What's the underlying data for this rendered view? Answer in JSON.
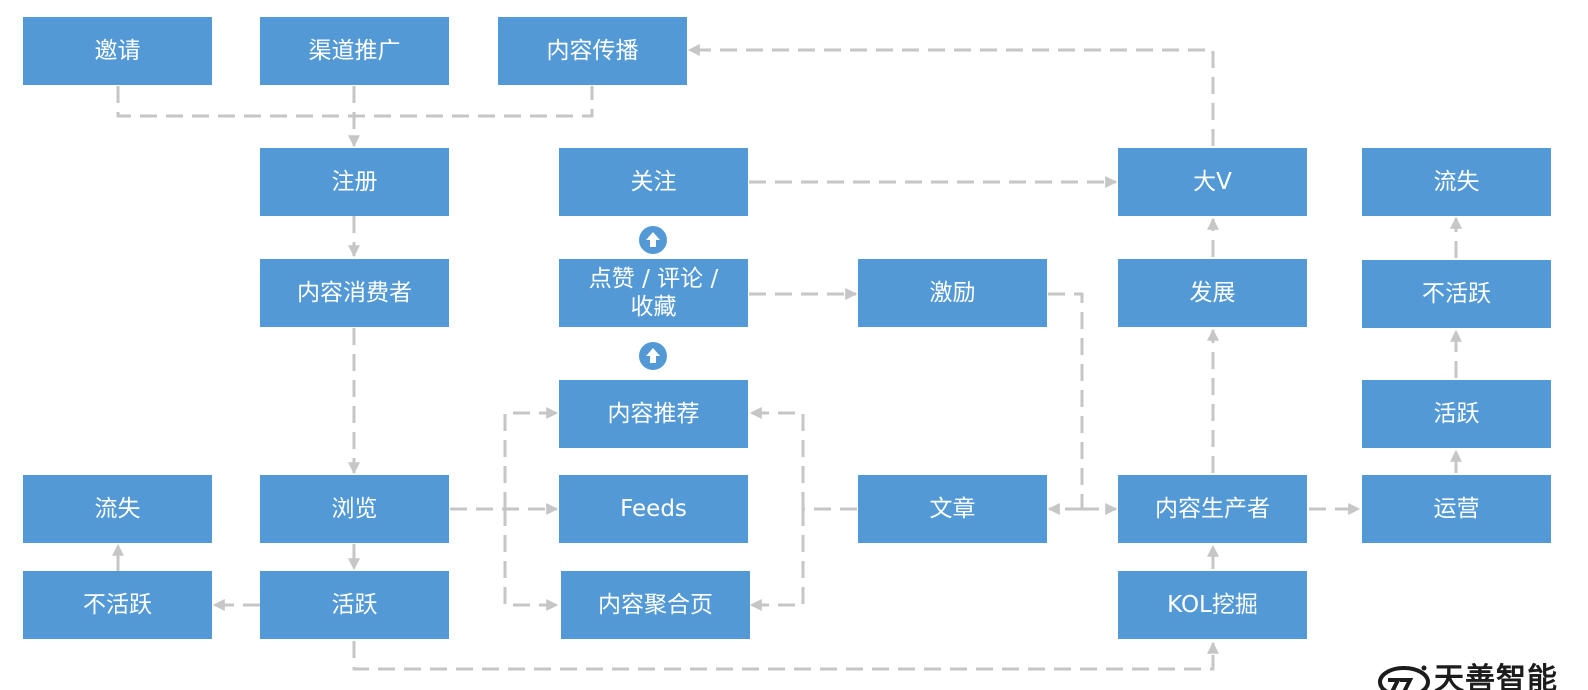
{
  "nodes": {
    "invite": "邀请",
    "channel_promo": "渠道推广",
    "content_spread": "内容传播",
    "register": "注册",
    "consumer": "内容消费者",
    "follow": "关注",
    "like_comment_fav": "点赞 / 评论 /\n收藏",
    "incentive": "激励",
    "recommend": "内容推荐",
    "browse": "浏览",
    "feeds": "Feeds",
    "aggregate": "内容聚合页",
    "churn_left": "流失",
    "inactive_left": "不活跃",
    "active_left": "活跃",
    "article": "文章",
    "big_v": "大V",
    "develop": "发展",
    "producer": "内容生产者",
    "kol": "KOL挖掘",
    "churn_right": "流失",
    "inactive_right": "不活跃",
    "active_right": "活跃",
    "operation": "运营"
  },
  "colors": {
    "node_fill": "#5399D6",
    "line": "#C6C6C6"
  },
  "logo": {
    "text": "天善智能"
  }
}
